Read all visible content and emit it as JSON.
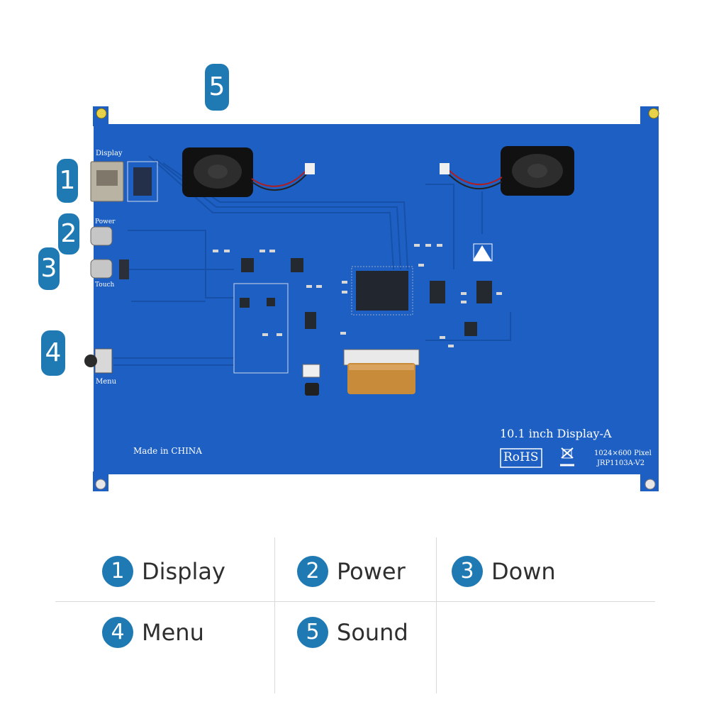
{
  "board": {
    "label_display": "Display",
    "label_power": "Power",
    "label_touch": "Touch",
    "label_menu": "Menu",
    "made_in": "Made in CHINA",
    "product_title": "10.1 inch Display-A",
    "rohs": "RoHS",
    "pixel": "1024×600 Pixel",
    "model": "JRP1103A-V2",
    "colors": {
      "pcb": "#1d5fc2",
      "trace": "#1a55b0",
      "accent": "#1f7ab4"
    }
  },
  "markers": [
    "1",
    "2",
    "3",
    "4",
    "5"
  ],
  "legend": [
    {
      "num": "1",
      "label": "Display"
    },
    {
      "num": "2",
      "label": "Power"
    },
    {
      "num": "3",
      "label": "Down"
    },
    {
      "num": "4",
      "label": "Menu"
    },
    {
      "num": "5",
      "label": "Sound"
    }
  ]
}
